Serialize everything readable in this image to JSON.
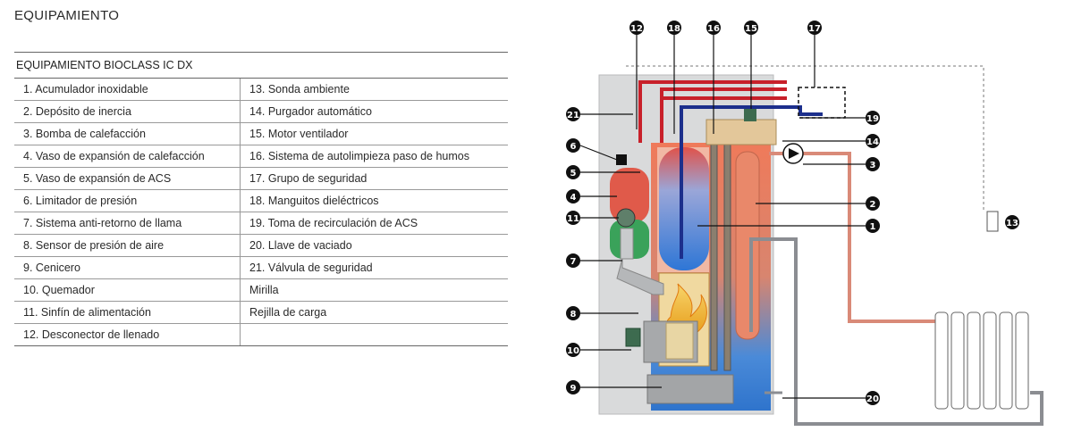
{
  "section_title": "EQUIPAMIENTO",
  "table_title": "EQUIPAMIENTO BIOCLASS IC DX",
  "rows": [
    [
      "1. Acumulador inoxidable",
      "13. Sonda ambiente"
    ],
    [
      "2. Depósito de inercia",
      "14. Purgador automático"
    ],
    [
      "3. Bomba de calefacción",
      "15. Motor ventilador"
    ],
    [
      "4. Vaso de expansión de calefacción",
      "16. Sistema de autolimpieza paso de humos"
    ],
    [
      "5. Vaso de expansión de ACS",
      "17. Grupo de seguridad"
    ],
    [
      "6. Limitador de presión",
      "18. Manguitos dieléctricos"
    ],
    [
      "7. Sistema anti-retorno de llama",
      "19. Toma de recirculación de ACS"
    ],
    [
      "8. Sensor de presión de aire",
      "20. Llave de vaciado"
    ],
    [
      "9. Cenicero",
      "21. Válvula de seguridad"
    ],
    [
      "10. Quemador",
      "Mirilla"
    ],
    [
      "11. Sinfín de alimentación",
      "Rejilla de carga"
    ],
    [
      "12. Desconector de llenado",
      ""
    ]
  ],
  "badges": [
    "1",
    "2",
    "3",
    "4",
    "5",
    "6",
    "7",
    "8",
    "9",
    "10",
    "11",
    "12",
    "13",
    "14",
    "15",
    "16",
    "17",
    "18",
    "19",
    "20",
    "21"
  ],
  "colors": {
    "hot": "#c8202a",
    "cold": "#1c2f8c",
    "return": "#d98a78",
    "casing": "#d9dadb",
    "badge": "#111111"
  }
}
